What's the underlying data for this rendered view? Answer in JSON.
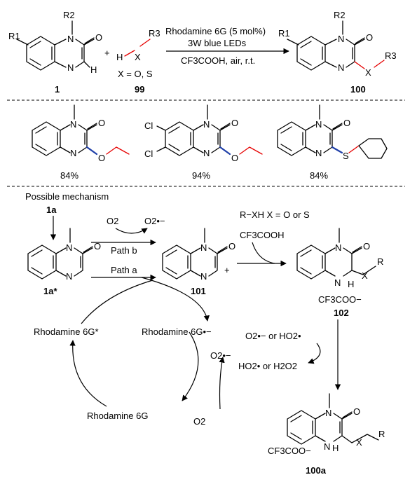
{
  "reaction": {
    "substituent_r1": "R1",
    "substituent_r2": "R2",
    "substituent_r3": "R3",
    "atom_n": "N",
    "atom_o": "O",
    "atom_h": "H",
    "atom_x": "X",
    "plus": "+",
    "x_definition": "X = O, S",
    "condition_1": "Rhodamine 6G (5 mol%)",
    "condition_2": "3W blue LEDs",
    "condition_3": "CF3COOH, air, r.t.",
    "label_1": "1",
    "label_99": "99",
    "label_100": "100"
  },
  "examples": [
    {
      "yield": "84%"
    },
    {
      "yield": "94%",
      "halogen": "Cl"
    },
    {
      "yield": "84%",
      "hetero_atom": "S"
    }
  ],
  "mechanism": {
    "title": "Possible mechanism",
    "label_1a": "1a",
    "label_1a_star": "1a*",
    "label_101": "101",
    "label_102": "102",
    "label_100a": "100a",
    "o2": "O2",
    "superoxide": "O2•−",
    "path_a": "Path a",
    "path_b": "Path b",
    "reagent_rxh": "R−XH  X = O or S",
    "acid": "CF3COOH",
    "counterion": "CF3COO−",
    "rhodamine_excited": "Rhodamine 6G*",
    "rhodamine_anion": "Rhodamine 6G•−",
    "rhodamine": "Rhodamine 6G",
    "radicals": "O2•− or HO2•",
    "products": "HO2• or H2O2"
  }
}
